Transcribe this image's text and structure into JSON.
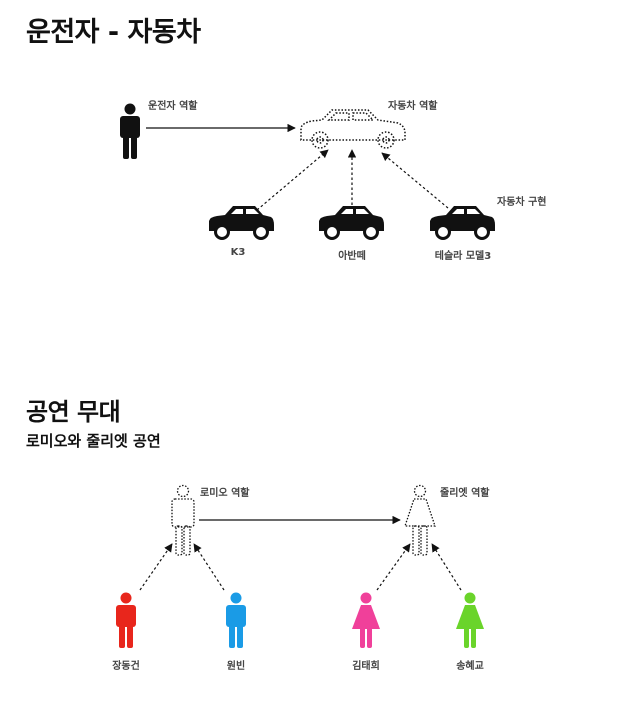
{
  "section1": {
    "title": "운전자 - 자동차",
    "driver_role_label": "운전자 역할",
    "car_role_label": "자동차 역할",
    "impl_label": "자동차 구현",
    "implementations": [
      "K3",
      "아반떼",
      "테슬라 모델3"
    ]
  },
  "section2": {
    "title": "공연 무대",
    "subtitle": "로미오와 줄리엣 공연",
    "romeo_role_label": "로미오 역할",
    "juliet_role_label": "줄리엣 역할",
    "actors": [
      {
        "name": "장동건",
        "color": "#e8261c"
      },
      {
        "name": "원빈",
        "color": "#1a9be6"
      },
      {
        "name": "김태희",
        "color": "#f0409a"
      },
      {
        "name": "송혜교",
        "color": "#6ad42a"
      }
    ]
  }
}
